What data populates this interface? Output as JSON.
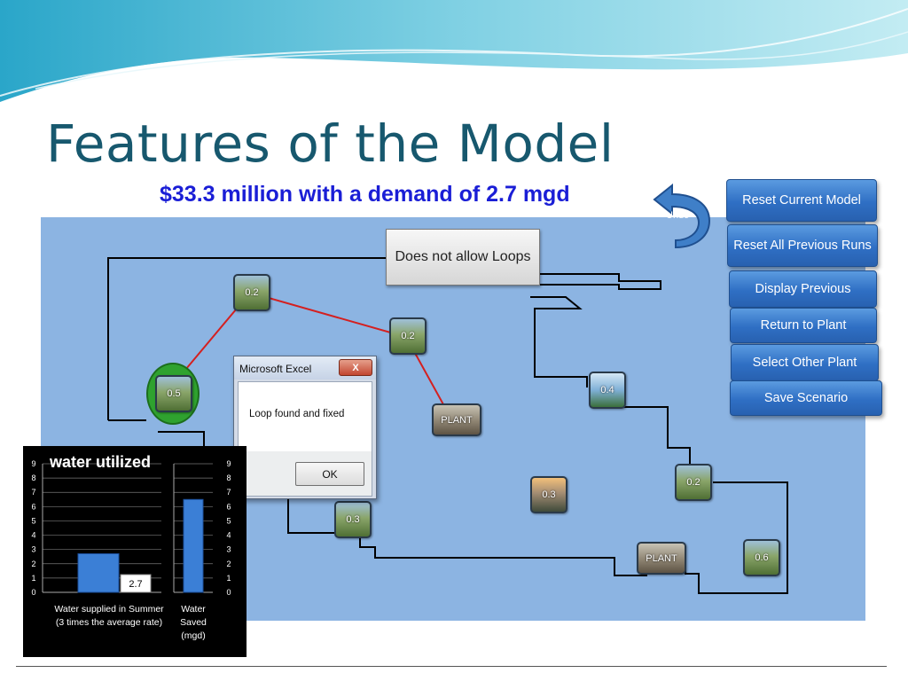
{
  "slide": {
    "title": "Features of the Model"
  },
  "model": {
    "headline": "$33.3 million with a demand of 2.7 mgd",
    "callout": "Does not allow Loops",
    "undo_label": "Undo",
    "buttons": [
      {
        "label": "Reset Current Model"
      },
      {
        "label": "Reset All Previous Runs"
      },
      {
        "label": "Display Previous"
      },
      {
        "label": "Return to Plant"
      },
      {
        "label": "Select Other Plant"
      },
      {
        "label": "Save Scenario"
      }
    ],
    "nodes": [
      {
        "label": "0.2"
      },
      {
        "label": "0.2"
      },
      {
        "label": "0.5"
      },
      {
        "label": "PLANT"
      },
      {
        "label": "0.4"
      },
      {
        "label": "0.3"
      },
      {
        "label": "0.3"
      },
      {
        "label": "0.2"
      },
      {
        "label": "PLANT"
      },
      {
        "label": "0.6"
      }
    ]
  },
  "dialog": {
    "title": "Microsoft Excel",
    "close_label": "X",
    "message": "Loop found and fixed",
    "ok_label": "OK"
  },
  "colors": {
    "title": "#17586e",
    "headline": "#1a1ed6",
    "map_background": "#8cb4e2",
    "button": "#2f6fc4",
    "loop_line": "#d42020",
    "node_circle": "#2fa22f"
  },
  "chart_data": {
    "type": "bar",
    "title": "water utilized",
    "panels": [
      {
        "categories": [
          "Water supplied in Summer (3 times the average rate)"
        ],
        "values": [
          2.7
        ],
        "data_label": "2.7",
        "ylim": [
          0,
          9
        ],
        "yticks": [
          "0",
          "1",
          "2",
          "3",
          "4",
          "5",
          "6",
          "7",
          "8",
          "9"
        ]
      },
      {
        "categories": [
          "Water Saved (mgd)"
        ],
        "values": [
          6.5
        ],
        "ylim": [
          0,
          9
        ],
        "yticks": [
          "0",
          "1",
          "2",
          "3",
          "4",
          "5",
          "6",
          "7",
          "8",
          "9"
        ]
      }
    ],
    "grid": true
  }
}
